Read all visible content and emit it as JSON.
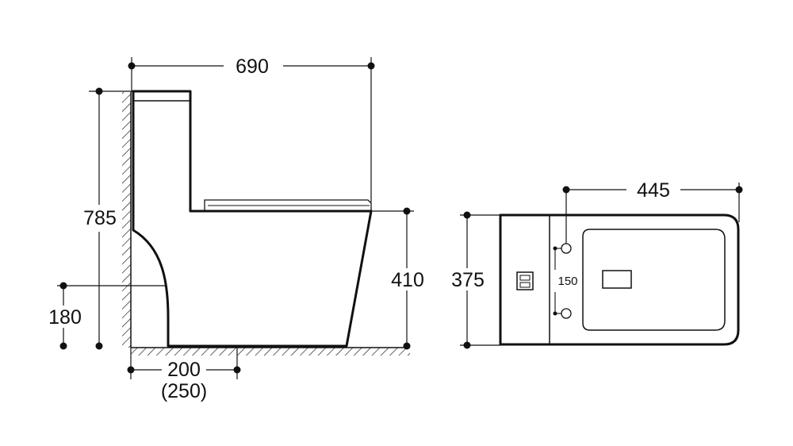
{
  "dimensions": {
    "overall_length": "690",
    "overall_height": "785",
    "seat_height": "410",
    "inlet_height": "180",
    "rough_in": "200",
    "rough_in_alt": "(250)",
    "top_width": "445",
    "top_depth": "375",
    "bolt_spacing": "150"
  },
  "colors": {
    "line": "#111111",
    "background": "#ffffff"
  }
}
